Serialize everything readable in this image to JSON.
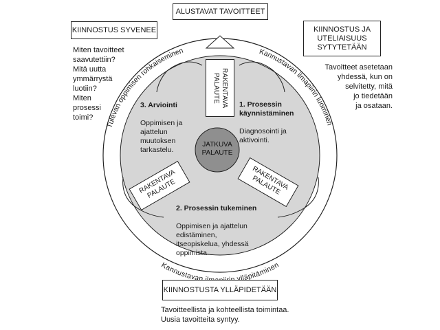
{
  "boxes": {
    "top": "ALUSTAVAT TAVOITTEET",
    "left": "KIINNOSTUS SYVENEE",
    "right": "KIINNOSTUS JA\nUTELIAISUUS\nSYTYTETÄÄN",
    "bottom": "KIINNOSTUSTA YLLÄPIDETÄÄN"
  },
  "notes": {
    "left": "Miten tavoitteet\nsaavutettiin?\nMitä uutta\nymmärrystä\nluotiin?\nMiten\nprosessi\ntoimi?",
    "right": "Tavoitteet asetetaan\nyhdessä, kun on\nselvitetty, mitä\njo tiedetään\nja osataan.",
    "bottom": "Tavoitteellista ja kohteellista toimintaa.\nUusia tavoitteita syntyy."
  },
  "ring_texts": {
    "left": "Tulevan oppimisen rohkaiseminen",
    "right": "Kannustavan ilmapiirin luominen",
    "bottom": "Kannustavan ilmapiirin ylläpitäminen"
  },
  "center": "JATKUVA\nPALAUTE",
  "feedback_label": "RAKENTAVA\nPALAUTE",
  "steps": {
    "s1": {
      "title": "1. Prosessin\nkäynnistäminen",
      "body": "Diagnosointi ja\naktivointi."
    },
    "s2": {
      "title": "2. Prosessin tukeminen",
      "body": "Oppimisen ja ajattelun\nedistäminen,\nitseopiskelua, yhdessä\noppimista."
    },
    "s3": {
      "title": "3. Arviointi",
      "body": "Oppimisen ja\najattelun\nmuutoksen\ntarkastelu."
    }
  },
  "colors": {
    "inner_fill": "#d6d6d6",
    "center_fill": "#8f8f8f",
    "line": "#222222"
  }
}
